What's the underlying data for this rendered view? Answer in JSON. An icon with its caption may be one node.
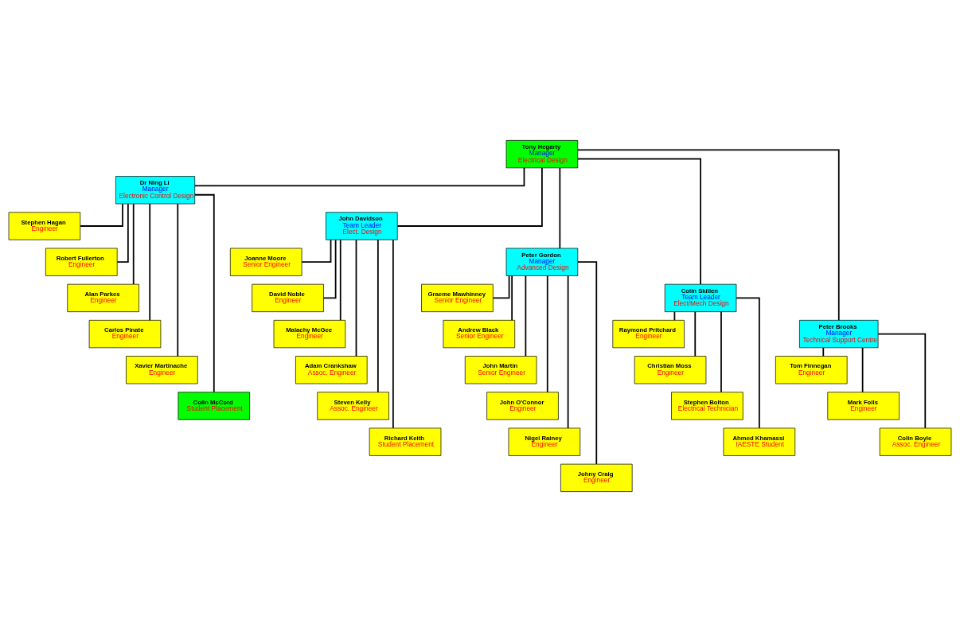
{
  "diagram": {
    "nodes": [
      {
        "text": [
          "Tony Hegarty",
          "Manager",
          "Electrical Design"
        ]
      },
      {
        "text": [
          "Dr Ning Li",
          "Manager",
          "Electronic Control Design"
        ]
      },
      {
        "text": [
          "John Davidson",
          "Team Leader",
          "Elect. Design"
        ]
      },
      {
        "text": [
          "Peter Gordon",
          "Manager",
          "Advanced Design"
        ]
      },
      {
        "text": [
          "Colin Skillen",
          "Team Leader",
          "Elect/Mech Design"
        ]
      },
      {
        "text": [
          "Peter Brooks",
          "Manager",
          "Technical Support Centre"
        ]
      },
      {
        "text": [
          "Stephen Hagan",
          "Engineer"
        ]
      },
      {
        "text": [
          "Robert Fullerton",
          "Engineer"
        ]
      },
      {
        "text": [
          "Alan Parkes",
          "Engineer"
        ]
      },
      {
        "text": [
          "Carlos Pinate",
          "Engineer"
        ]
      },
      {
        "text": [
          "Xavier Martinache",
          "Engineer"
        ]
      },
      {
        "text": [
          "Colin McCord",
          "Student Placement"
        ]
      },
      {
        "text": [
          "Joanne Moore",
          "Senior Engineer"
        ]
      },
      {
        "text": [
          "David Noble",
          "Engineer"
        ]
      },
      {
        "text": [
          "Malachy McGee",
          "Engineer"
        ]
      },
      {
        "text": [
          "Adam Crankshaw",
          "Assoc. Engineer"
        ]
      },
      {
        "text": [
          "Steven Kelly",
          "Assoc. Engineer"
        ]
      },
      {
        "text": [
          "Richard Keith",
          "Student Placement"
        ]
      },
      {
        "text": [
          "Graeme Mawhinney",
          "Senior Engineer"
        ]
      },
      {
        "text": [
          "Andrew Black",
          "Senior Engineer"
        ]
      },
      {
        "text": [
          "John Martin",
          "Senior Engineer"
        ]
      },
      {
        "text": [
          "John O'Connor",
          "Engineer"
        ]
      },
      {
        "text": [
          "Nigel Rainey",
          "Engineer"
        ]
      },
      {
        "text": [
          "Johny Craig",
          "Engineer"
        ]
      },
      {
        "text": [
          "Raymond Pritchard",
          "Engineer"
        ]
      },
      {
        "text": [
          "Christian Moss",
          "Engineer"
        ]
      },
      {
        "text": [
          "Stephen Bolton",
          "Electrical Technician"
        ]
      },
      {
        "text": [
          "Ahmed Khamassi",
          "IAESTE Student"
        ]
      },
      {
        "text": [
          "Tom Finnegan",
          "Engineer"
        ]
      },
      {
        "text": [
          "Mark Folls",
          "Engineer"
        ]
      },
      {
        "text": [
          "Colin Boyle",
          "Assoc. Engineer"
        ]
      }
    ],
    "edges": [
      {
        "from": 0,
        "to": 1,
        "arrow": "none"
      },
      {
        "from": 0,
        "to": 2,
        "arrow": "none"
      },
      {
        "from": 0,
        "to": 3,
        "arrow": "none"
      },
      {
        "from": 0,
        "to": 4,
        "arrow": "none"
      },
      {
        "from": 0,
        "to": 5,
        "arrow": "none"
      },
      {
        "from": 1,
        "to": 6,
        "arrow": "none"
      },
      {
        "from": 1,
        "to": 7,
        "arrow": "none"
      },
      {
        "from": 1,
        "to": 8,
        "arrow": "none"
      },
      {
        "from": 1,
        "to": 9,
        "arrow": "none"
      },
      {
        "from": 1,
        "to": 10,
        "arrow": "none"
      },
      {
        "from": 1,
        "to": 11,
        "arrow": "none"
      },
      {
        "from": 2,
        "to": 12,
        "arrow": "none"
      },
      {
        "from": 2,
        "to": 13,
        "arrow": "none"
      },
      {
        "from": 2,
        "to": 14,
        "arrow": "none"
      },
      {
        "from": 2,
        "to": 15,
        "arrow": "none"
      },
      {
        "from": 2,
        "to": 16,
        "arrow": "none"
      },
      {
        "from": 2,
        "to": 17,
        "arrow": "none"
      },
      {
        "from": 3,
        "to": 18,
        "arrow": "none"
      },
      {
        "from": 3,
        "to": 19,
        "arrow": "none"
      },
      {
        "from": 3,
        "to": 20,
        "arrow": "none"
      },
      {
        "from": 3,
        "to": 21,
        "arrow": "none"
      },
      {
        "from": 3,
        "to": 22,
        "arrow": "none"
      },
      {
        "from": 3,
        "to": 23,
        "arrow": "none"
      },
      {
        "from": 4,
        "to": 24,
        "arrow": "none"
      },
      {
        "from": 4,
        "to": 25,
        "arrow": "none"
      },
      {
        "from": 4,
        "to": 26,
        "arrow": "none"
      },
      {
        "from": 4,
        "to": 27,
        "arrow": "none"
      },
      {
        "from": 5,
        "to": 28,
        "arrow": "none"
      },
      {
        "from": 5,
        "to": 29,
        "arrow": "none"
      },
      {
        "from": 5,
        "to": 30,
        "arrow": "none"
      }
    ]
  }
}
